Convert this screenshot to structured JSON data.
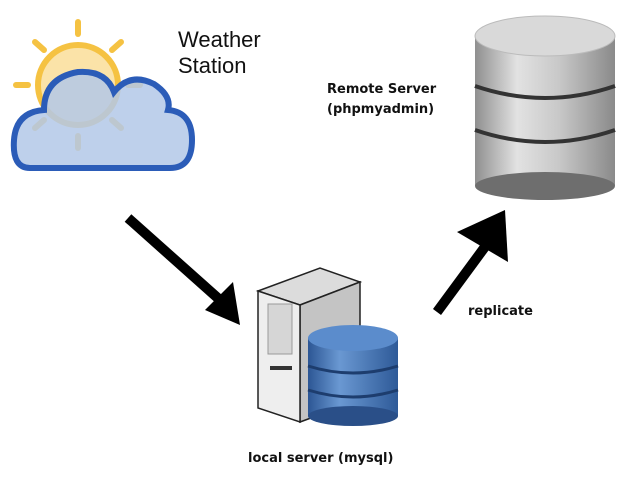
{
  "weather_station": {
    "label_line1": "Weather",
    "label_line2": "Station",
    "icon": "partly-cloudy-icon"
  },
  "remote_server": {
    "label_line1": "Remote Server",
    "label_line2": "(phpmyadmin)",
    "icon": "database-icon"
  },
  "local_server": {
    "label": "local server (mysql)",
    "icon": "server-database-icon"
  },
  "edges": [
    {
      "from": "weather_station",
      "to": "local_server",
      "label": ""
    },
    {
      "from": "local_server",
      "to": "remote_server",
      "label": "replicate"
    }
  ],
  "colors": {
    "cloud_fill": "#b3c8e8",
    "cloud_stroke": "#2b5cb8",
    "sun": "#f5c242",
    "db_gray": "#bdbdbd",
    "db_blue": "#4a78b5",
    "arrow": "#000000"
  }
}
